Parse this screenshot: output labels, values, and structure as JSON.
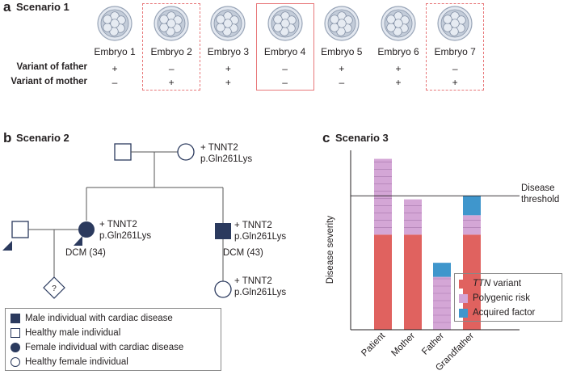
{
  "panel_a": {
    "letter": "a",
    "title": "Scenario 1",
    "row_labels": {
      "father": "Variant of father",
      "mother": "Variant of mother"
    },
    "embryos": [
      {
        "label": "Embryo 1",
        "father": "+",
        "mother": "–",
        "highlight": "none"
      },
      {
        "label": "Embryo 2",
        "father": "–",
        "mother": "+",
        "highlight": "dashed"
      },
      {
        "label": "Embryo 3",
        "father": "+",
        "mother": "+",
        "highlight": "none"
      },
      {
        "label": "Embryo 4",
        "father": "–",
        "mother": "–",
        "highlight": "solid"
      },
      {
        "label": "Embryo 5",
        "father": "+",
        "mother": "–",
        "highlight": "none"
      },
      {
        "label": "Embryo 6",
        "father": "+",
        "mother": "+",
        "highlight": "none"
      },
      {
        "label": "Embryo 7",
        "father": "–",
        "mother": "+",
        "highlight": "dashed"
      }
    ]
  },
  "panel_b": {
    "letter": "b",
    "title": "Scenario 2",
    "grandmother_variant": "+ TNNT2",
    "grandmother_protein": "p.Gln261Lys",
    "daughter_variant": "+ TNNT2",
    "daughter_protein": "p.Gln261Lys",
    "daughter_diagnosis": "DCM (34)",
    "son_variant": "+ TNNT2",
    "son_protein": "p.Gln261Lys",
    "son_diagnosis": "DCM (43)",
    "granddaughter_variant": "+ TNNT2",
    "granddaughter_protein": "p.Gln261Lys",
    "fetus_label": "?",
    "legend": [
      {
        "symbol": "square-filled",
        "label": "Male individual with cardiac disease"
      },
      {
        "symbol": "square-empty",
        "label": "Healthy male individual"
      },
      {
        "symbol": "circle-filled",
        "label": "Female individual with cardiac disease"
      },
      {
        "symbol": "circle-empty",
        "label": "Healthy female individual"
      }
    ],
    "colors": {
      "symbol": "#2b3a5e"
    }
  },
  "panel_c": {
    "letter": "c",
    "title": "Scenario 3",
    "threshold_label_line1": "Disease",
    "threshold_label_line2": "threshold"
  },
  "chart_data": {
    "type": "bar",
    "stacked": true,
    "categories": [
      "Patient",
      "Mother",
      "Father",
      "Grandfather"
    ],
    "ylabel": "Disease severity",
    "ylim": [
      0,
      100
    ],
    "threshold": 76,
    "series": [
      {
        "name": "TTN variant",
        "color": "#e0625f",
        "values": [
          54,
          54,
          0,
          54
        ]
      },
      {
        "name": "Polygenic risk",
        "color": "#d4a6d6",
        "values": [
          43,
          20,
          30,
          11
        ]
      },
      {
        "name": "Acquired factor",
        "color": "#3f96cc",
        "values": [
          0,
          0,
          8,
          11
        ]
      }
    ],
    "legend_position": "bottom-right",
    "grid": false
  }
}
